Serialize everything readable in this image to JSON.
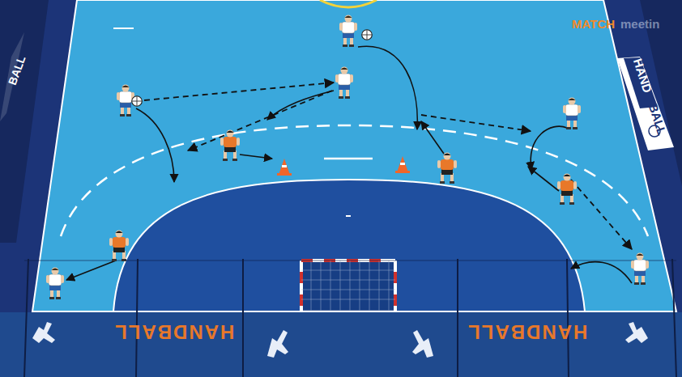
{
  "diagram": {
    "labels": [
      "MATCH",
      "meetin",
      "HAND",
      "BALL",
      "BALL",
      "HANDBALL",
      "HANDBALL"
    ]
  }
}
